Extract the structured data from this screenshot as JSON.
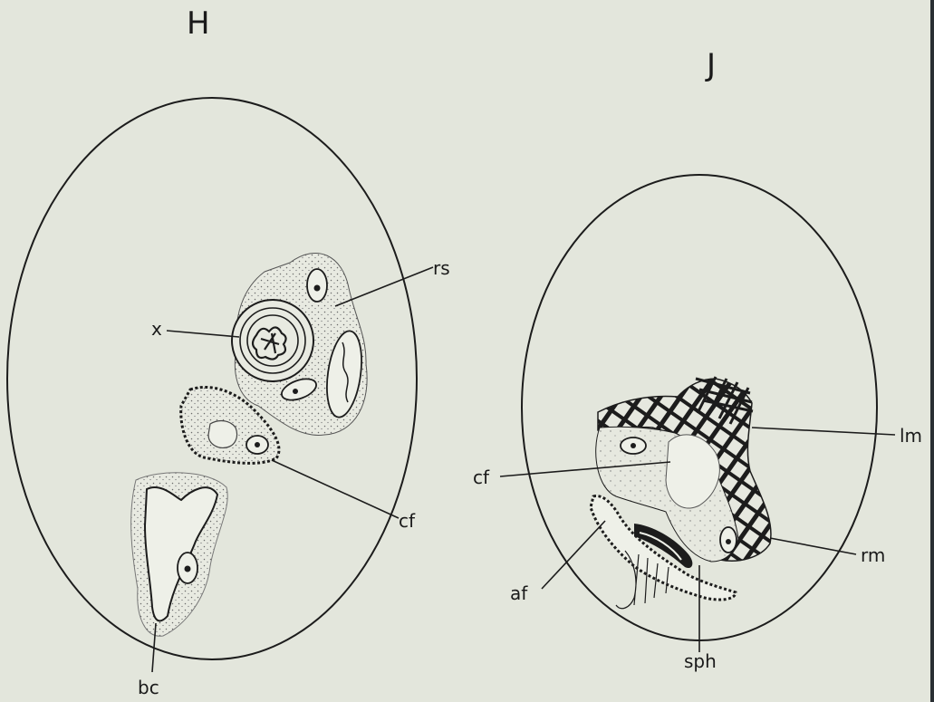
{
  "figure": {
    "panel_h": "H",
    "panel_j": "J"
  },
  "labels": {
    "h_rs": "rs",
    "h_x": "x",
    "h_cf": "cf",
    "h_bc": "bc",
    "j_lm": "lm",
    "j_cf": "cf",
    "j_rm": "rm",
    "j_af": "af",
    "j_sph": "sph"
  },
  "colors": {
    "paper": "#e3e6dc",
    "ink": "#1c1c1c",
    "stipple": "#6a6a6a"
  }
}
